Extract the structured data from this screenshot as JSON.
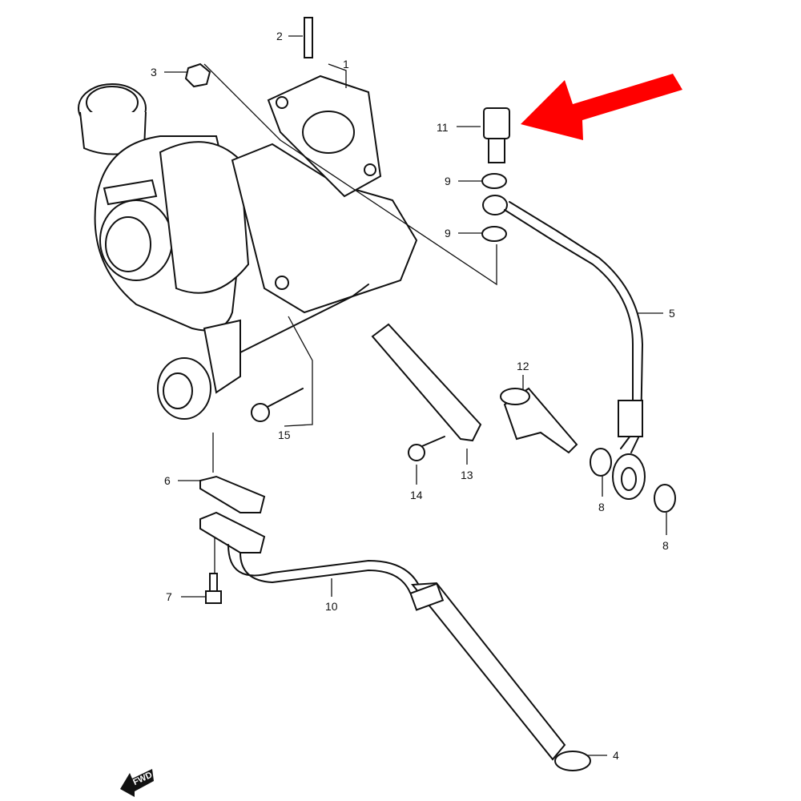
{
  "diagram": {
    "fwd_label": "FWD",
    "callouts": {
      "p1": "1",
      "p2": "2",
      "p3": "3",
      "p4": "4",
      "p5": "5",
      "p6": "6",
      "p7": "7",
      "p8a": "8",
      "p8b": "8",
      "p9a": "9",
      "p9b": "9",
      "p10": "10",
      "p11": "11",
      "p12": "12",
      "p13": "13",
      "p14": "14",
      "p15": "15"
    },
    "highlight_arrow_color": "#ff0000"
  }
}
